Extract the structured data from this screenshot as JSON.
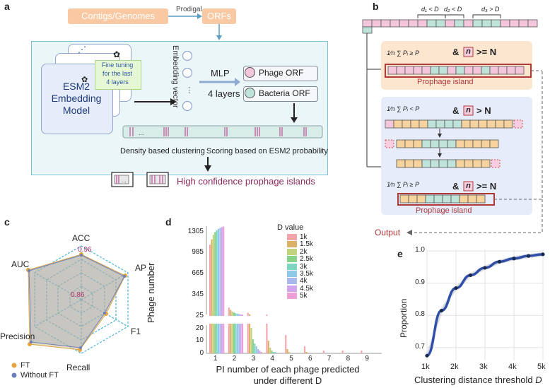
{
  "panel_labels": {
    "a": "a",
    "b": "b",
    "c": "c",
    "d": "d",
    "e": "e"
  },
  "panel_a": {
    "contigs": "Contigs/Genomes",
    "prodigal": "Prodigal",
    "orfs": "ORFs",
    "model_l1": "ESM2",
    "model_l2": "Embedding",
    "model_l3": "Model",
    "finetune_l1": "Fine tuning",
    "finetune_l2": "for the last",
    "finetune_l3": "4 layers",
    "embedding_vector": "Embedding vector",
    "mlp": "MLP",
    "mlp_layers": "4 layers",
    "phage_orf": "Phage ORF",
    "bacteria_orf": "Bacteria ORF",
    "density": "Density based clustering",
    "scoring": "Scoring based on ESM2 probability",
    "high_conf": "High confidence prophage islands",
    "ellipsis": "..."
  },
  "panel_b": {
    "d1": "d₁ < D",
    "d2": "d₂ < D",
    "d3": "d₃ > D",
    "cond1_and": "&",
    "cond1_n": "n",
    "cond1_tail": ">= N",
    "prophage": "Prophage island",
    "cond2_and": "&",
    "cond2_n": "n",
    "cond2_tail": "> N",
    "cond3_and": "&",
    "cond3_n": "n",
    "cond3_tail": ">= N",
    "prophage2": "Prophage island",
    "output": "Output",
    "colors": {
      "pink": "#f3c6dc",
      "teal": "#bfe2d9",
      "peach": "#fbe3c8",
      "island": "#b03a3a"
    }
  },
  "panel_c": {
    "axes": [
      "ACC",
      "AP",
      "F1",
      "Recall",
      "Precision",
      "AUC"
    ],
    "ring_labels": [
      "0.96",
      "0.86"
    ],
    "legend": [
      "FT",
      "Without FT"
    ],
    "colors": {
      "ft": "#e8a33d",
      "without_ft": "#6d7fb8",
      "grid": "#4ab3d8",
      "label": "#b0306b"
    }
  },
  "chart_data": {
    "type": "bar",
    "ylabel": "Phage number",
    "xlabel_l1": "PI number of each phage predicted",
    "xlabel_l2": "under different D",
    "xticks": [
      "1",
      "2",
      "3",
      "4",
      "5",
      "6",
      "7",
      "8",
      "9"
    ],
    "yticks_top": [
      "1305",
      "985",
      "665",
      "345",
      "25"
    ],
    "yticks_bottom": [
      "20",
      "10",
      "0"
    ],
    "legend_title": "D value",
    "series": [
      {
        "name": "1k",
        "color": "#f4a3ab",
        "values": [
          1080,
          130,
          50,
          24,
          13,
          5,
          2,
          2,
          2
        ]
      },
      {
        "name": "1.5k",
        "color": "#d9b265",
        "values": [
          1160,
          95,
          28,
          9,
          3,
          1,
          0,
          0,
          0
        ]
      },
      {
        "name": "2k",
        "color": "#bfd47a",
        "values": [
          1230,
          70,
          18,
          4,
          1,
          0,
          0,
          0,
          0
        ]
      },
      {
        "name": "2.5k",
        "color": "#87d188",
        "values": [
          1270,
          55,
          10,
          2,
          0,
          0,
          0,
          0,
          0
        ]
      },
      {
        "name": "3k",
        "color": "#7fd6c0",
        "values": [
          1300,
          45,
          7,
          1,
          0,
          0,
          0,
          0,
          0
        ]
      },
      {
        "name": "3.5k",
        "color": "#8ec9e8",
        "values": [
          1320,
          38,
          5,
          1,
          0,
          0,
          0,
          0,
          0
        ]
      },
      {
        "name": "4k",
        "color": "#a9b9ec",
        "values": [
          1335,
          32,
          3,
          0,
          0,
          0,
          0,
          0,
          0
        ]
      },
      {
        "name": "4.5k",
        "color": "#cfa6ee",
        "values": [
          1345,
          27,
          2,
          0,
          0,
          0,
          0,
          0,
          0
        ]
      },
      {
        "name": "5k",
        "color": "#ef9fd6",
        "values": [
          1355,
          24,
          1,
          0,
          0,
          0,
          0,
          0,
          0
        ]
      }
    ]
  },
  "chart_e": {
    "type": "line",
    "ylabel": "Proportion",
    "xlabel": "Clustering distance threshold",
    "xlabel_var": "D",
    "x": [
      1,
      1.5,
      2,
      2.5,
      3,
      3.5,
      4,
      4.5,
      5
    ],
    "xticks": [
      "1k",
      "2k",
      "3k",
      "4k",
      "5k"
    ],
    "y": [
      0.675,
      0.815,
      0.885,
      0.925,
      0.948,
      0.967,
      0.977,
      0.985,
      0.99
    ],
    "yticks": [
      "1.0",
      "0.9",
      "0.8",
      "0.7"
    ],
    "ylim": [
      0.66,
      1.005
    ],
    "colors": {
      "line": "#2f4fa8",
      "band": "#c9ccd3"
    }
  }
}
